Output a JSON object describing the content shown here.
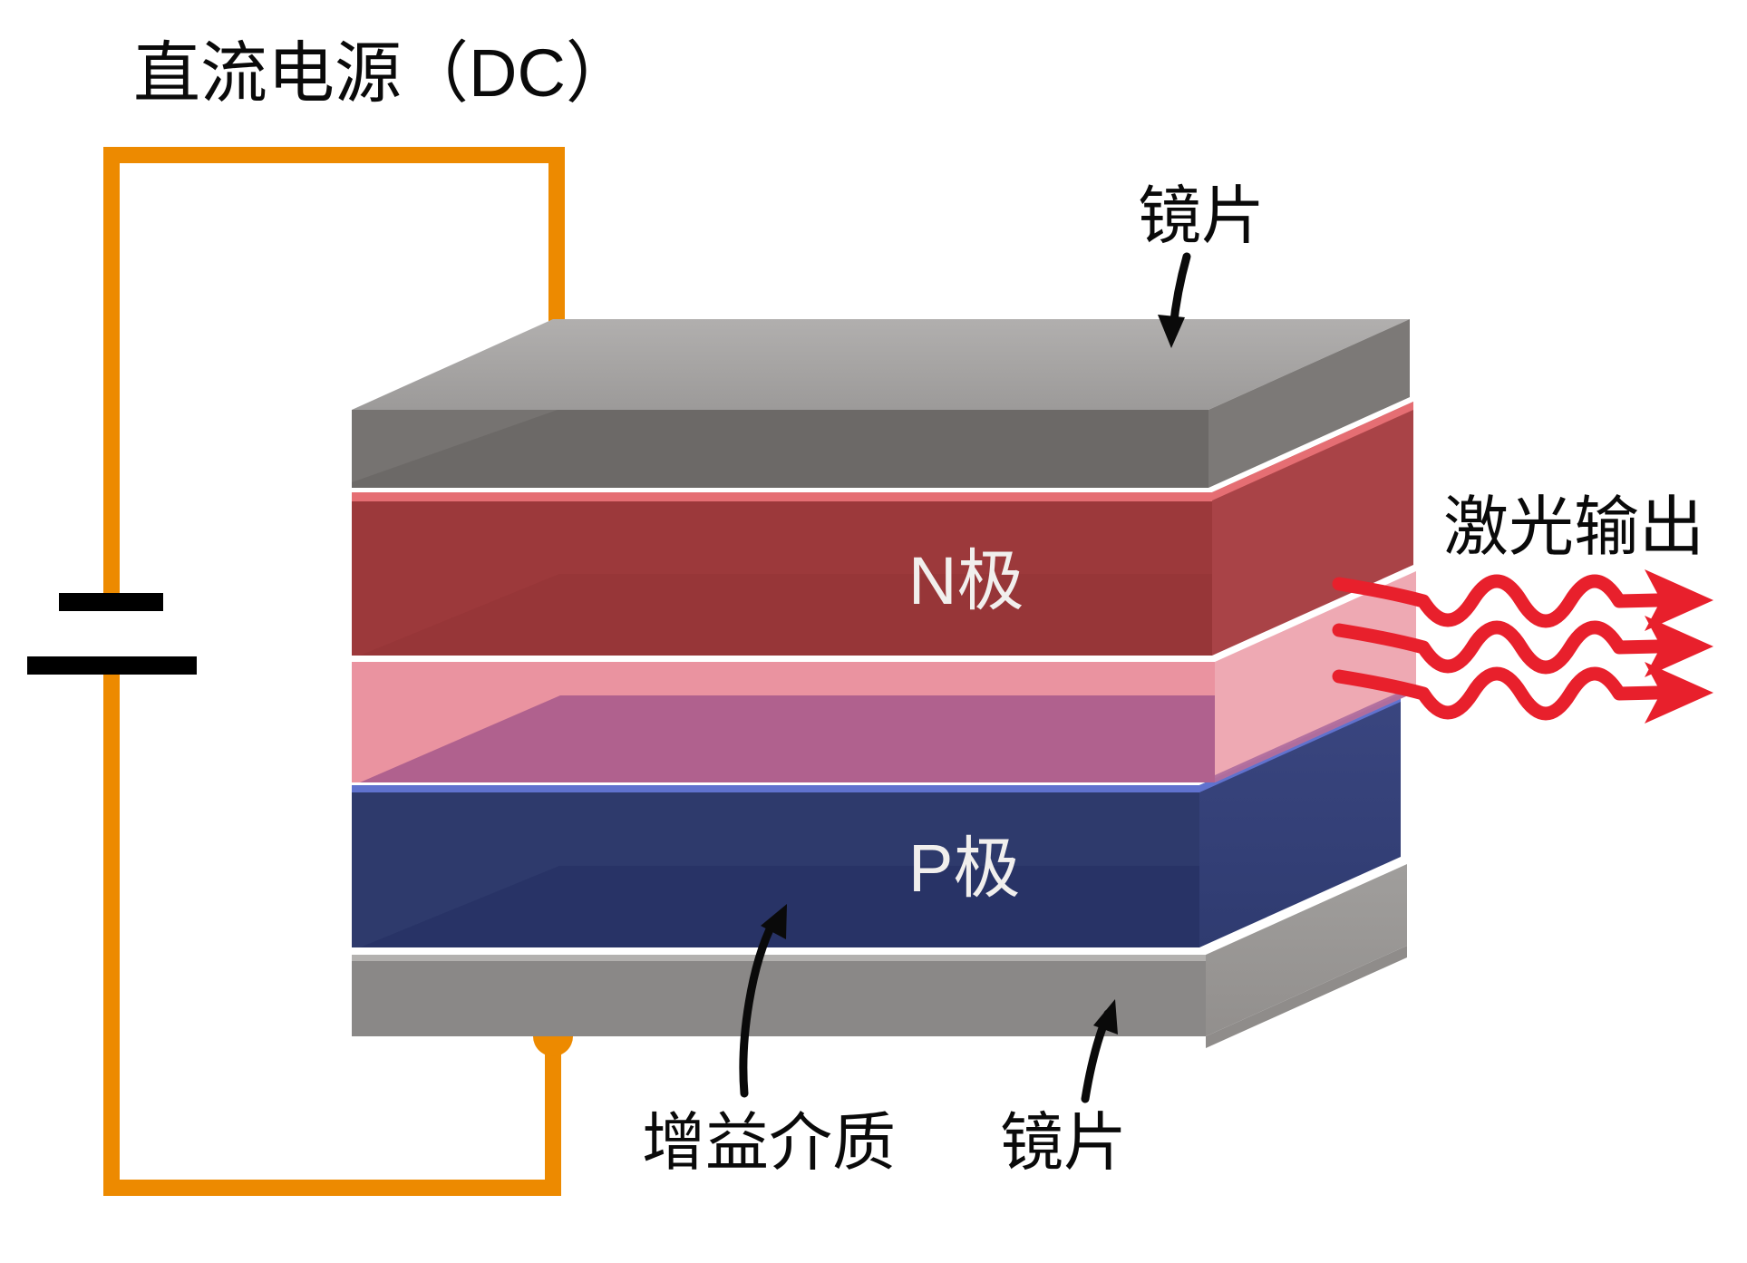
{
  "labels": {
    "power_supply": "直流电源（DC）",
    "mirror_top": "镜片",
    "mirror_bottom": "镜片",
    "n_electrode": "N极",
    "p_electrode": "P极",
    "gain_medium": "增益介质",
    "laser_output": "激光输出"
  },
  "colors": {
    "background": "#ffffff",
    "wire_orange": "#ED8A00",
    "battery_black": "#000000",
    "laser_red": "#E8202C",
    "annotation_black": "#0a0a0a",
    "mirror_top_face": "#A8A6A5",
    "mirror_front_face": "#6C6967",
    "mirror_bottom_front": "#8A8887",
    "n_layer_red": "#9C393B",
    "n_layer_red_light": "#E56E73",
    "gain_pink": "#EA93A0",
    "gain_magenta": "#B0618E",
    "p_layer_blue": "#2E3A6C",
    "p_layer_blue_highlight": "#6072CE",
    "label_text": "#0a0a0a",
    "layer_label_text": "#F1EFED"
  }
}
